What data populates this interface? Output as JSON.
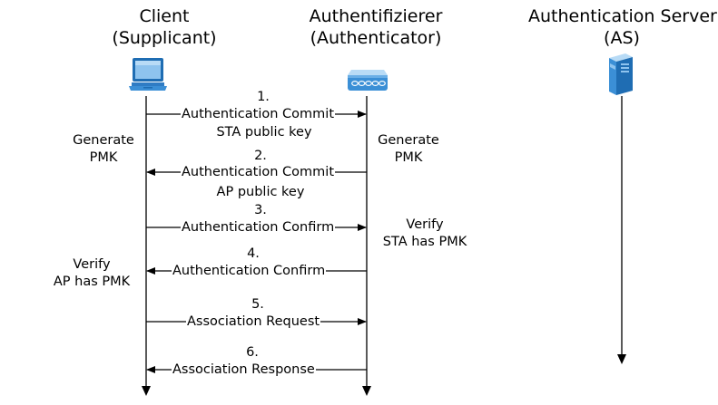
{
  "actors": {
    "client": {
      "line1": "Client",
      "line2": "(Supplicant)"
    },
    "authenticator": {
      "line1": "Authentifizierer",
      "line2": "(Authenticator)"
    },
    "server": {
      "line1": "Authentication Server",
      "line2": "(AS)"
    }
  },
  "messages": [
    {
      "number": "1.",
      "label": "Authentication Commit",
      "sublabel": "STA public key",
      "direction": "client-to-authenticator"
    },
    {
      "number": "2.",
      "label": "Authentication Commit",
      "sublabel": "AP public key",
      "direction": "authenticator-to-client"
    },
    {
      "number": "3.",
      "label": "Authentication Confirm",
      "sublabel": "",
      "direction": "client-to-authenticator"
    },
    {
      "number": "4.",
      "label": "Authentication Confirm",
      "sublabel": "",
      "direction": "authenticator-to-client"
    },
    {
      "number": "5.",
      "label": "Association Request",
      "sublabel": "",
      "direction": "client-to-authenticator"
    },
    {
      "number": "6.",
      "label": "Association Response",
      "sublabel": "",
      "direction": "authenticator-to-client"
    }
  ],
  "notes": {
    "client_generate": {
      "line1": "Generate",
      "line2": "PMK"
    },
    "auth_generate": {
      "line1": "Generate",
      "line2": "PMK"
    },
    "auth_verify": {
      "line1": "Verify",
      "line2": "STA has PMK"
    },
    "client_verify": {
      "line1": "Verify",
      "line2": "AP has PMK"
    }
  },
  "icons": {
    "client": "laptop-icon",
    "authenticator": "access-point-icon",
    "server": "server-icon"
  },
  "colors": {
    "line": "#000000",
    "icon_blue": "#3b8fd6",
    "icon_light": "#8ec3ee",
    "icon_dark": "#1f6db3"
  }
}
